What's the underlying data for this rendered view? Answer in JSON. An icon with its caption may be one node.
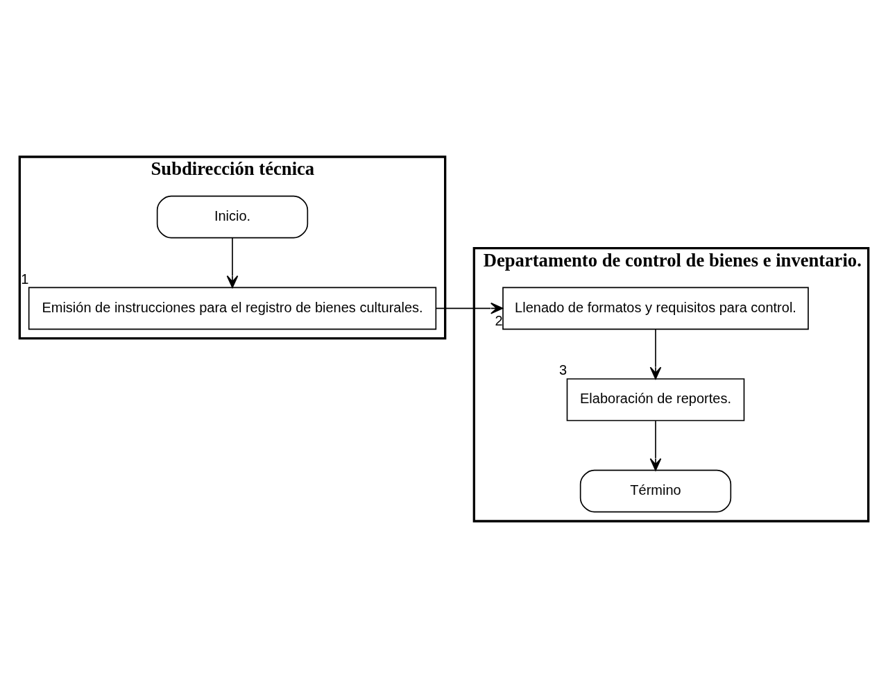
{
  "diagram": {
    "nodes": [
      {
        "text": [
          "Subdirección técnica"
        ]
      },
      {
        "text": [
          "Departamento de control de bienes e inventario."
        ]
      },
      {
        "text": [
          "Inicio."
        ],
        "in": 0
      },
      {
        "text": [
          "Emisión de instrucciones para el registro de bienes culturales."
        ],
        "in": 0,
        "beside": [
          "1"
        ]
      },
      {
        "text": [
          "Llenado de formatos y requisitos para control."
        ],
        "in": 1,
        "beside": [
          "2"
        ]
      },
      {
        "text": [
          "Elaboración de reportes."
        ],
        "in": 1,
        "beside": [
          "3"
        ]
      },
      {
        "text": [
          "Término"
        ],
        "in": 1
      }
    ],
    "edges": [
      {
        "from": 2,
        "to": 3,
        "arrow": "to"
      },
      {
        "from": 3,
        "to": 4,
        "arrow": "to"
      },
      {
        "from": 4,
        "to": 5,
        "arrow": "to"
      },
      {
        "from": 5,
        "to": 6,
        "arrow": "to"
      }
    ]
  }
}
